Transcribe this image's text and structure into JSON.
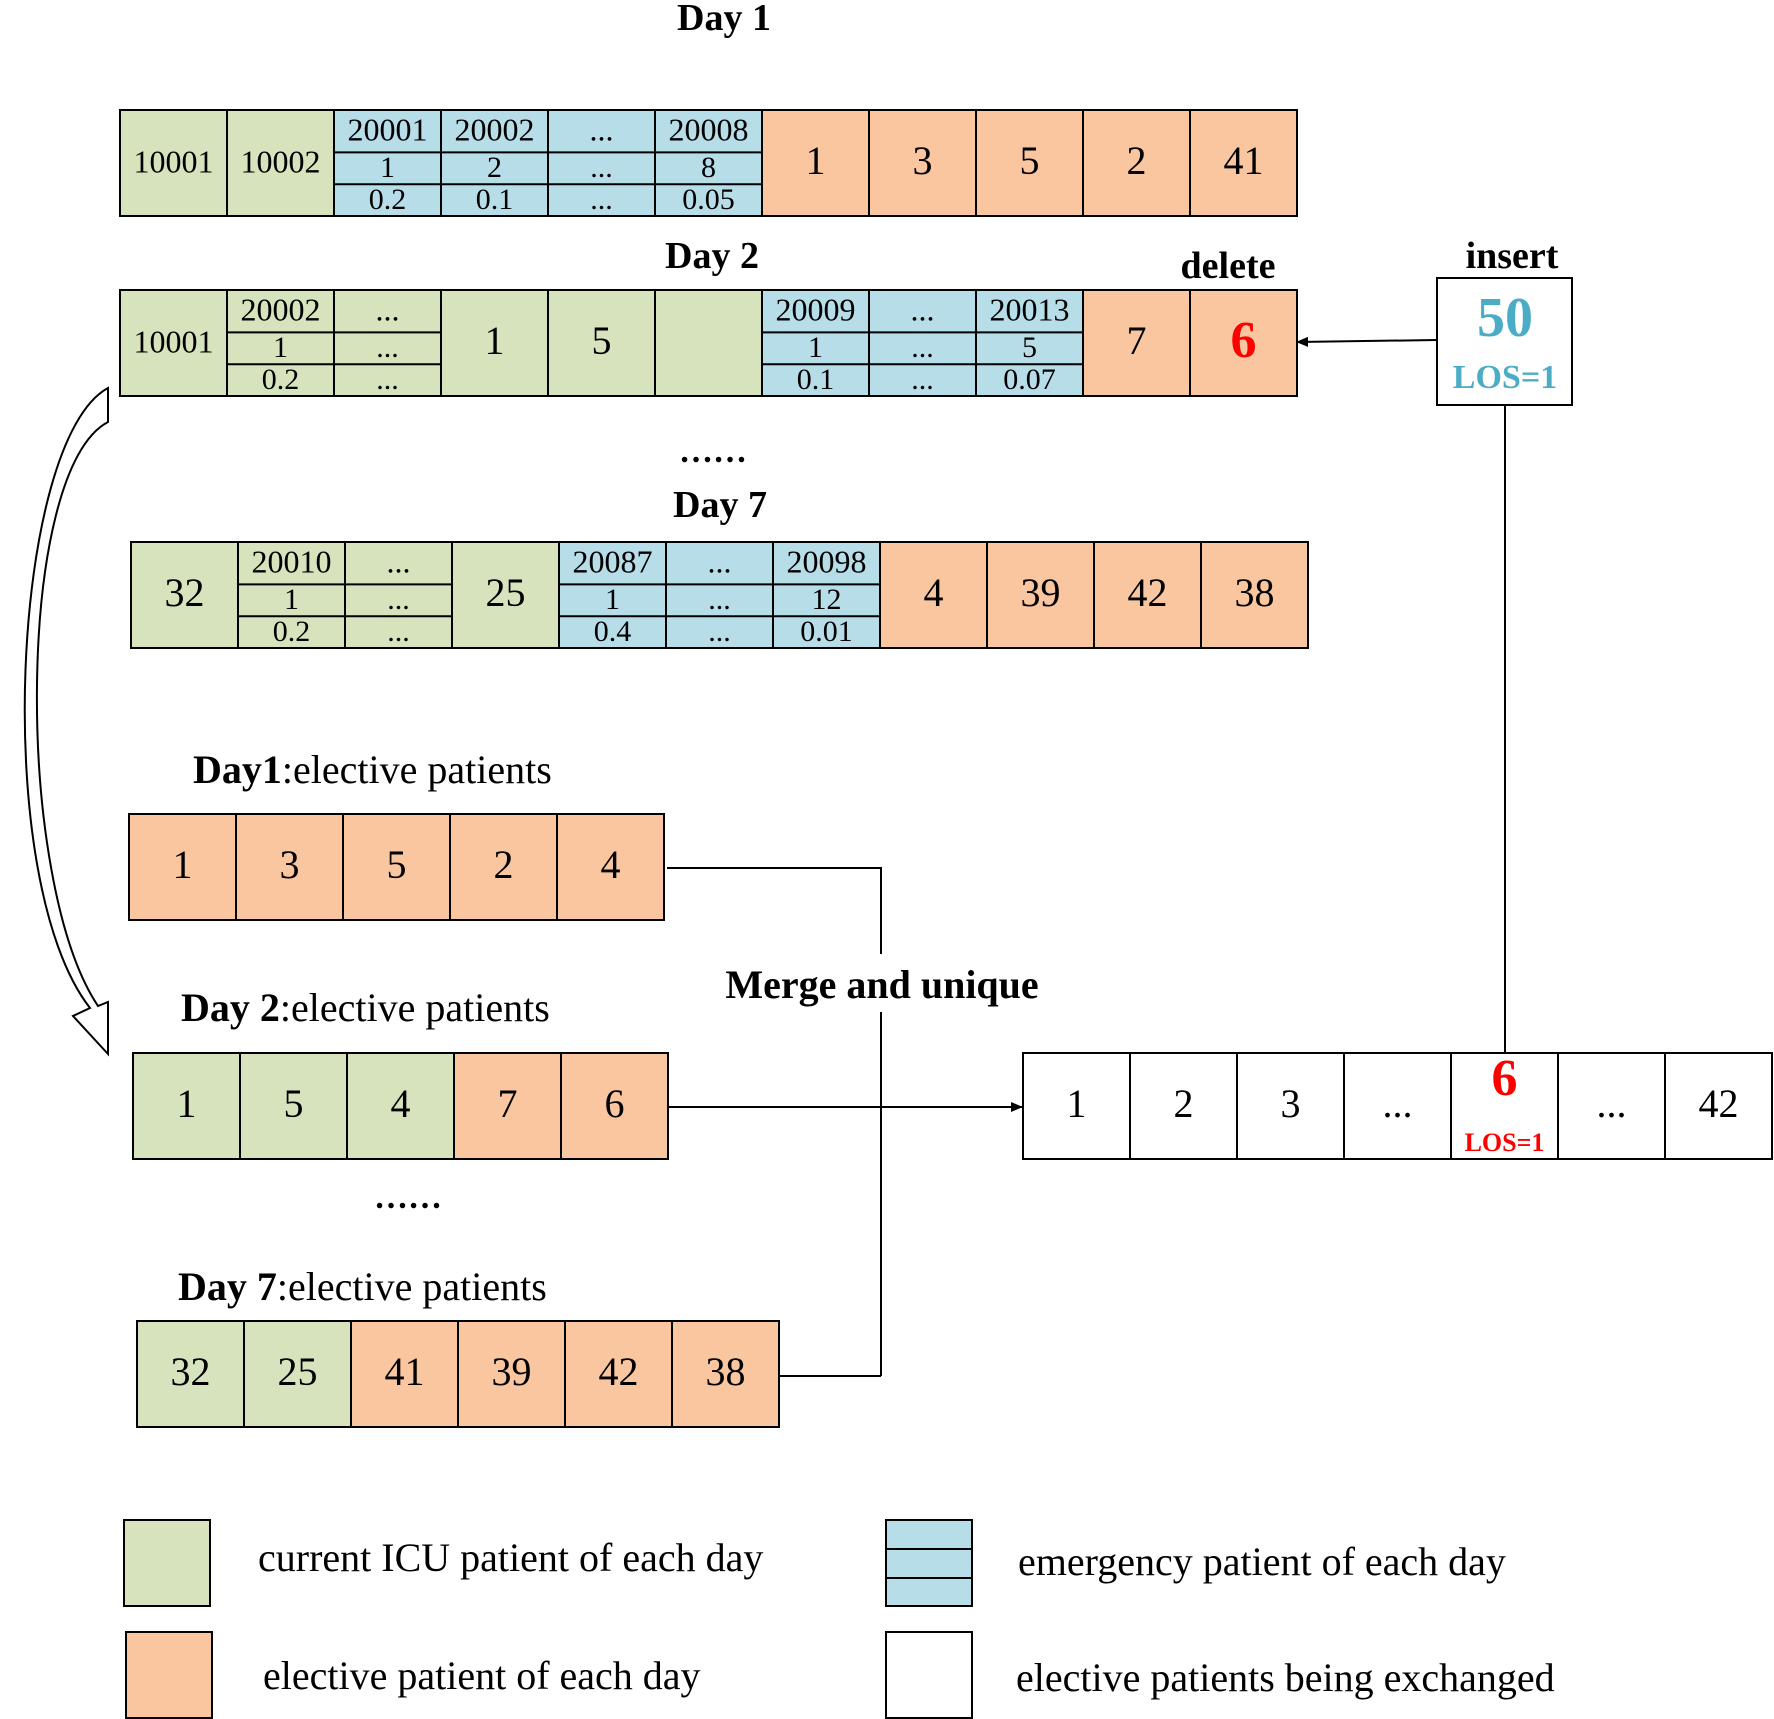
{
  "colors": {
    "icu": "#d6e3bc",
    "emergency": "#b7dde8",
    "elective": "#f9c6a0",
    "exchanged": "#ffffff",
    "highlight_red": "#ff0000",
    "highlight_blue": "#4bacc6",
    "stroke": "#000000"
  },
  "top_rows": [
    {
      "title": "Day 1",
      "cells": [
        {
          "kind": "icu",
          "lines": [
            "10001"
          ]
        },
        {
          "kind": "icu",
          "lines": [
            "10002"
          ]
        },
        {
          "kind": "emergency",
          "lines": [
            "20001",
            "1",
            "0.2"
          ]
        },
        {
          "kind": "emergency",
          "lines": [
            "20002",
            "2",
            "0.1"
          ]
        },
        {
          "kind": "emergency",
          "lines": [
            "...",
            "...",
            "..."
          ]
        },
        {
          "kind": "emergency",
          "lines": [
            "20008",
            "8",
            "0.05"
          ]
        },
        {
          "kind": "elective",
          "lines": [
            "1"
          ]
        },
        {
          "kind": "elective",
          "lines": [
            "3"
          ]
        },
        {
          "kind": "elective",
          "lines": [
            "5"
          ]
        },
        {
          "kind": "elective",
          "lines": [
            "2"
          ]
        },
        {
          "kind": "elective",
          "lines": [
            "41"
          ]
        }
      ]
    },
    {
      "title": "Day 2",
      "cells": [
        {
          "kind": "icu",
          "lines": [
            "10001"
          ]
        },
        {
          "kind": "icu",
          "lines": [
            "20002",
            "1",
            "0.2"
          ]
        },
        {
          "kind": "icu",
          "lines": [
            "...",
            "...",
            "..."
          ]
        },
        {
          "kind": "icu",
          "lines": [
            "1"
          ]
        },
        {
          "kind": "icu",
          "lines": [
            "5"
          ]
        },
        {
          "kind": "icu",
          "lines": [
            ""
          ]
        },
        {
          "kind": "emergency",
          "lines": [
            "20009",
            "1",
            "0.1"
          ]
        },
        {
          "kind": "emergency",
          "lines": [
            "...",
            "...",
            "..."
          ]
        },
        {
          "kind": "emergency",
          "lines": [
            "20013",
            "5",
            "0.07"
          ]
        },
        {
          "kind": "elective",
          "lines": [
            "7"
          ]
        },
        {
          "kind": "elective",
          "lines": [
            "6"
          ],
          "highlight": true
        }
      ]
    },
    {
      "title": "Day 7",
      "cells": [
        {
          "kind": "icu",
          "lines": [
            "32"
          ]
        },
        {
          "kind": "icu",
          "lines": [
            "20010",
            "1",
            "0.2"
          ]
        },
        {
          "kind": "icu",
          "lines": [
            "...",
            "...",
            "..."
          ]
        },
        {
          "kind": "icu",
          "lines": [
            "25"
          ]
        },
        {
          "kind": "emergency",
          "lines": [
            "20087",
            "1",
            "0.4"
          ]
        },
        {
          "kind": "emergency",
          "lines": [
            "...",
            "...",
            "..."
          ]
        },
        {
          "kind": "emergency",
          "lines": [
            "20098",
            "12",
            "0.01"
          ]
        },
        {
          "kind": "elective",
          "lines": [
            "4"
          ]
        },
        {
          "kind": "elective",
          "lines": [
            "39"
          ]
        },
        {
          "kind": "elective",
          "lines": [
            "42"
          ]
        },
        {
          "kind": "elective",
          "lines": [
            "38"
          ]
        }
      ]
    }
  ],
  "ellipsis_top": "……",
  "delete_label": "delete",
  "insert": {
    "label": "insert",
    "value": "50",
    "los": "LOS=1"
  },
  "elective_rows": [
    {
      "title_bold": "Day1",
      "title_rest": ":elective patients",
      "cells": [
        {
          "kind": "elective",
          "v": "1"
        },
        {
          "kind": "elective",
          "v": "3"
        },
        {
          "kind": "elective",
          "v": "5"
        },
        {
          "kind": "elective",
          "v": "2"
        },
        {
          "kind": "elective",
          "v": "4"
        }
      ]
    },
    {
      "title_bold": "Day 2",
      "title_rest": ":elective patients",
      "cells": [
        {
          "kind": "icu",
          "v": "1"
        },
        {
          "kind": "icu",
          "v": "5"
        },
        {
          "kind": "icu",
          "v": "4"
        },
        {
          "kind": "elective",
          "v": "7"
        },
        {
          "kind": "elective",
          "v": "6"
        }
      ]
    },
    {
      "title_bold": "Day 7",
      "title_rest": ":elective patients",
      "cells": [
        {
          "kind": "icu",
          "v": "32"
        },
        {
          "kind": "icu",
          "v": "25"
        },
        {
          "kind": "elective",
          "v": "41"
        },
        {
          "kind": "elective",
          "v": "39"
        },
        {
          "kind": "elective",
          "v": "42"
        },
        {
          "kind": "elective",
          "v": "38"
        }
      ]
    }
  ],
  "ellipsis_mid": "……",
  "merge_label": "Merge and unique",
  "merged": [
    {
      "v": "1"
    },
    {
      "v": "2"
    },
    {
      "v": "3"
    },
    {
      "v": "..."
    },
    {
      "v": "6",
      "highlight": true,
      "sub": "LOS=1"
    },
    {
      "v": "..."
    },
    {
      "v": "42"
    }
  ],
  "legend": [
    {
      "kind": "icu",
      "label": "current ICU patient of each day"
    },
    {
      "kind": "emergency",
      "label": "emergency patient of each day"
    },
    {
      "kind": "elective",
      "label": "elective patient of each day"
    },
    {
      "kind": "exchanged",
      "label": "elective patients being exchanged"
    }
  ]
}
